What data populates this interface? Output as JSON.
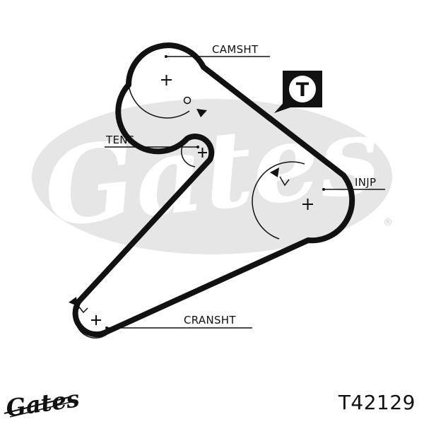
{
  "labels": {
    "camshaft": "CAMSHT",
    "tensioner": "TENS",
    "injection_pump": "INJP",
    "crankshaft": "CRANSHT"
  },
  "badge": {
    "letter": "T"
  },
  "watermark": {
    "brand": "Gates",
    "registered_mark": "®"
  },
  "footer": {
    "logo_text": "Gates",
    "part_number": "T42129"
  },
  "colors": {
    "ink": "#111111",
    "watermark": "#e6e6e6"
  }
}
